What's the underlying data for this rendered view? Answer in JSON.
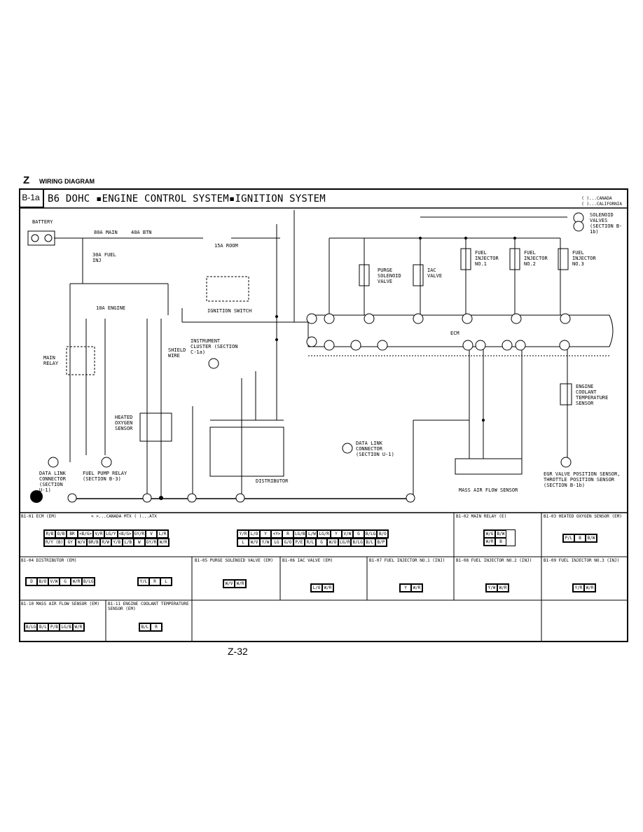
{
  "header": {
    "letter": "Z",
    "title": "WIRING DIAGRAM"
  },
  "section": {
    "code": "B-1a",
    "title": "B6 DOHC ▪ENGINE CONTROL SYSTEM▪IGNITION SYSTEM"
  },
  "legend": [
    "( )...CANADA",
    "( )...CALIFORNIA"
  ],
  "labels": {
    "battery": "BATTERY",
    "main": "80A MAIN",
    "btn": "40A BTN",
    "fuelinj": "30A FUEL INJ",
    "engine": "10A ENGINE",
    "room": "15A ROOM",
    "ig_switch": "IGNITION SWITCH",
    "instrument": "INSTRUMENT CLUSTER (SECTION C-1a)",
    "shield": "SHIELD WIRE",
    "main_relay": "MAIN RELAY",
    "heated_o2": "HEATED OXYGEN SENSOR",
    "purge": "PURGE SOLENOID VALVE",
    "iac": "IAC VALVE",
    "inj1": "FUEL INJECTOR NO.1",
    "inj2": "FUEL INJECTOR NO.2",
    "inj3": "FUEL INJECTOR NO.3",
    "solenoid": "SOLENOID VALVES (SECTION B-1b)",
    "ecm": "ECM",
    "data_link": "DATA LINK CONNECTOR (SECTION U-1)",
    "fuel_pump": "FUEL PUMP RELAY (SECTION B-3)",
    "data_link2": "DATA LINK CONNECTOR (SECTION U-1)",
    "distributor": "DISTRIBUTOR",
    "coolant": "ENGINE COOLANT TEMPERATURE SENSOR",
    "maf": "MASS AIR FLOW SENSOR",
    "egr": "EGR VALVE POSITION SENSOR, THROTTLE POSITION SENSOR (SECTION B-1b)"
  },
  "connectors": {
    "ecm_title": "B1-01 ECM (EM)",
    "ecm_note": "< >...CANADA MTX ( )...ATX",
    "ecm_row1": [
      "R/B",
      "O/B",
      "BR",
      "<B/G>",
      "V/R",
      "LG/Y",
      "<B/G>",
      "GY/R",
      "V",
      "L/R",
      "Y/R",
      "L/O",
      "Y",
      "<Y>",
      "R",
      "LG/B",
      "L/W",
      "LG/R",
      "Y",
      "V/W",
      "G",
      "B/LG",
      "B/O"
    ],
    "ecm_row2": [
      "R/Y (B)",
      "GY",
      "W/V",
      "BR/B",
      "R/W",
      "Y/B",
      "L/B",
      "W",
      "GY/R",
      "W/R",
      "L",
      "W/V",
      "Y/W",
      "LG",
      "G/O",
      "P/E",
      "R/L",
      "G",
      "W/O",
      "LG/R",
      "B/LG",
      "B/L",
      "B/P"
    ],
    "main_relay_title": "B1-02 MAIN RELAY (E)",
    "main_relay_pins": [
      "W/G",
      "B/W",
      "W/R",
      "B"
    ],
    "o2_title": "B1-03 HEATED OXYGEN SENSOR (EM)",
    "o2_pins": [
      "P/L",
      "B",
      "B/W"
    ],
    "dist_title": "B1-04 DISTRIBUTOR (EM)",
    "dist_pins_a": [
      "D",
      "B/O",
      "V/W",
      "G",
      "W/R",
      "B/LG"
    ],
    "dist_pins_b": [
      "Y/L",
      "R",
      "L"
    ],
    "purge_title": "B1-05 PURGE SOLENOID VALVE (EM)",
    "purge_pins": [
      "W/V",
      "W/R"
    ],
    "iac_title": "B1-06 IAC VALVE (EM)",
    "iac_pins": [
      "L/O",
      "W/R"
    ],
    "inj1_title": "B1-07 FUEL INJECTOR NO.1 (INJ)",
    "inj1_pins": [
      "Y",
      "W/R"
    ],
    "inj2_title": "B1-08 FUEL INJECTOR NO.2 (INJ)",
    "inj2_pins": [
      "Y/W",
      "W/R"
    ],
    "inj3_title": "B1-09 FUEL INJECTOR NO.3 (INJ)",
    "inj3_pins": [
      "Y/R",
      "W/R"
    ],
    "maf_title": "B1-10 MASS AIR FLOW SENSOR (EM)",
    "maf_pins": [
      "B/LG",
      "B/L",
      "P/B",
      "LG/B",
      "W/R"
    ],
    "ect_title": "B1-11 ENGINE COOLANT TEMPERATURE SENSOR (EM)",
    "ect_pins": [
      "B/L",
      "R"
    ]
  },
  "page": "Z-32"
}
